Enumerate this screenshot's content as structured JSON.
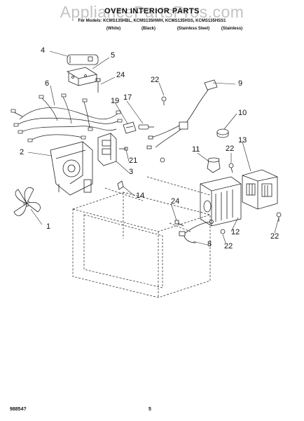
{
  "watermark": "AppliancePartsPros.com",
  "header": {
    "title": "OVEN INTERIOR PARTS",
    "models": "For Models: KCMS135HBL, KCMS135HWH, KCMS135HSS, KCMS135HSS1",
    "variants": [
      "(White)",
      "(Black)",
      "(Stainless Steel)",
      "(Stainless)"
    ]
  },
  "callouts": [
    "4",
    "5",
    "24",
    "6",
    "22",
    "9",
    "17",
    "19",
    "10",
    "13",
    "2",
    "11",
    "22",
    "21",
    "3",
    "14",
    "24",
    "1",
    "12",
    "8",
    "22",
    "22"
  ],
  "footer": {
    "doc_number": "98854?",
    "page_number": "5"
  }
}
